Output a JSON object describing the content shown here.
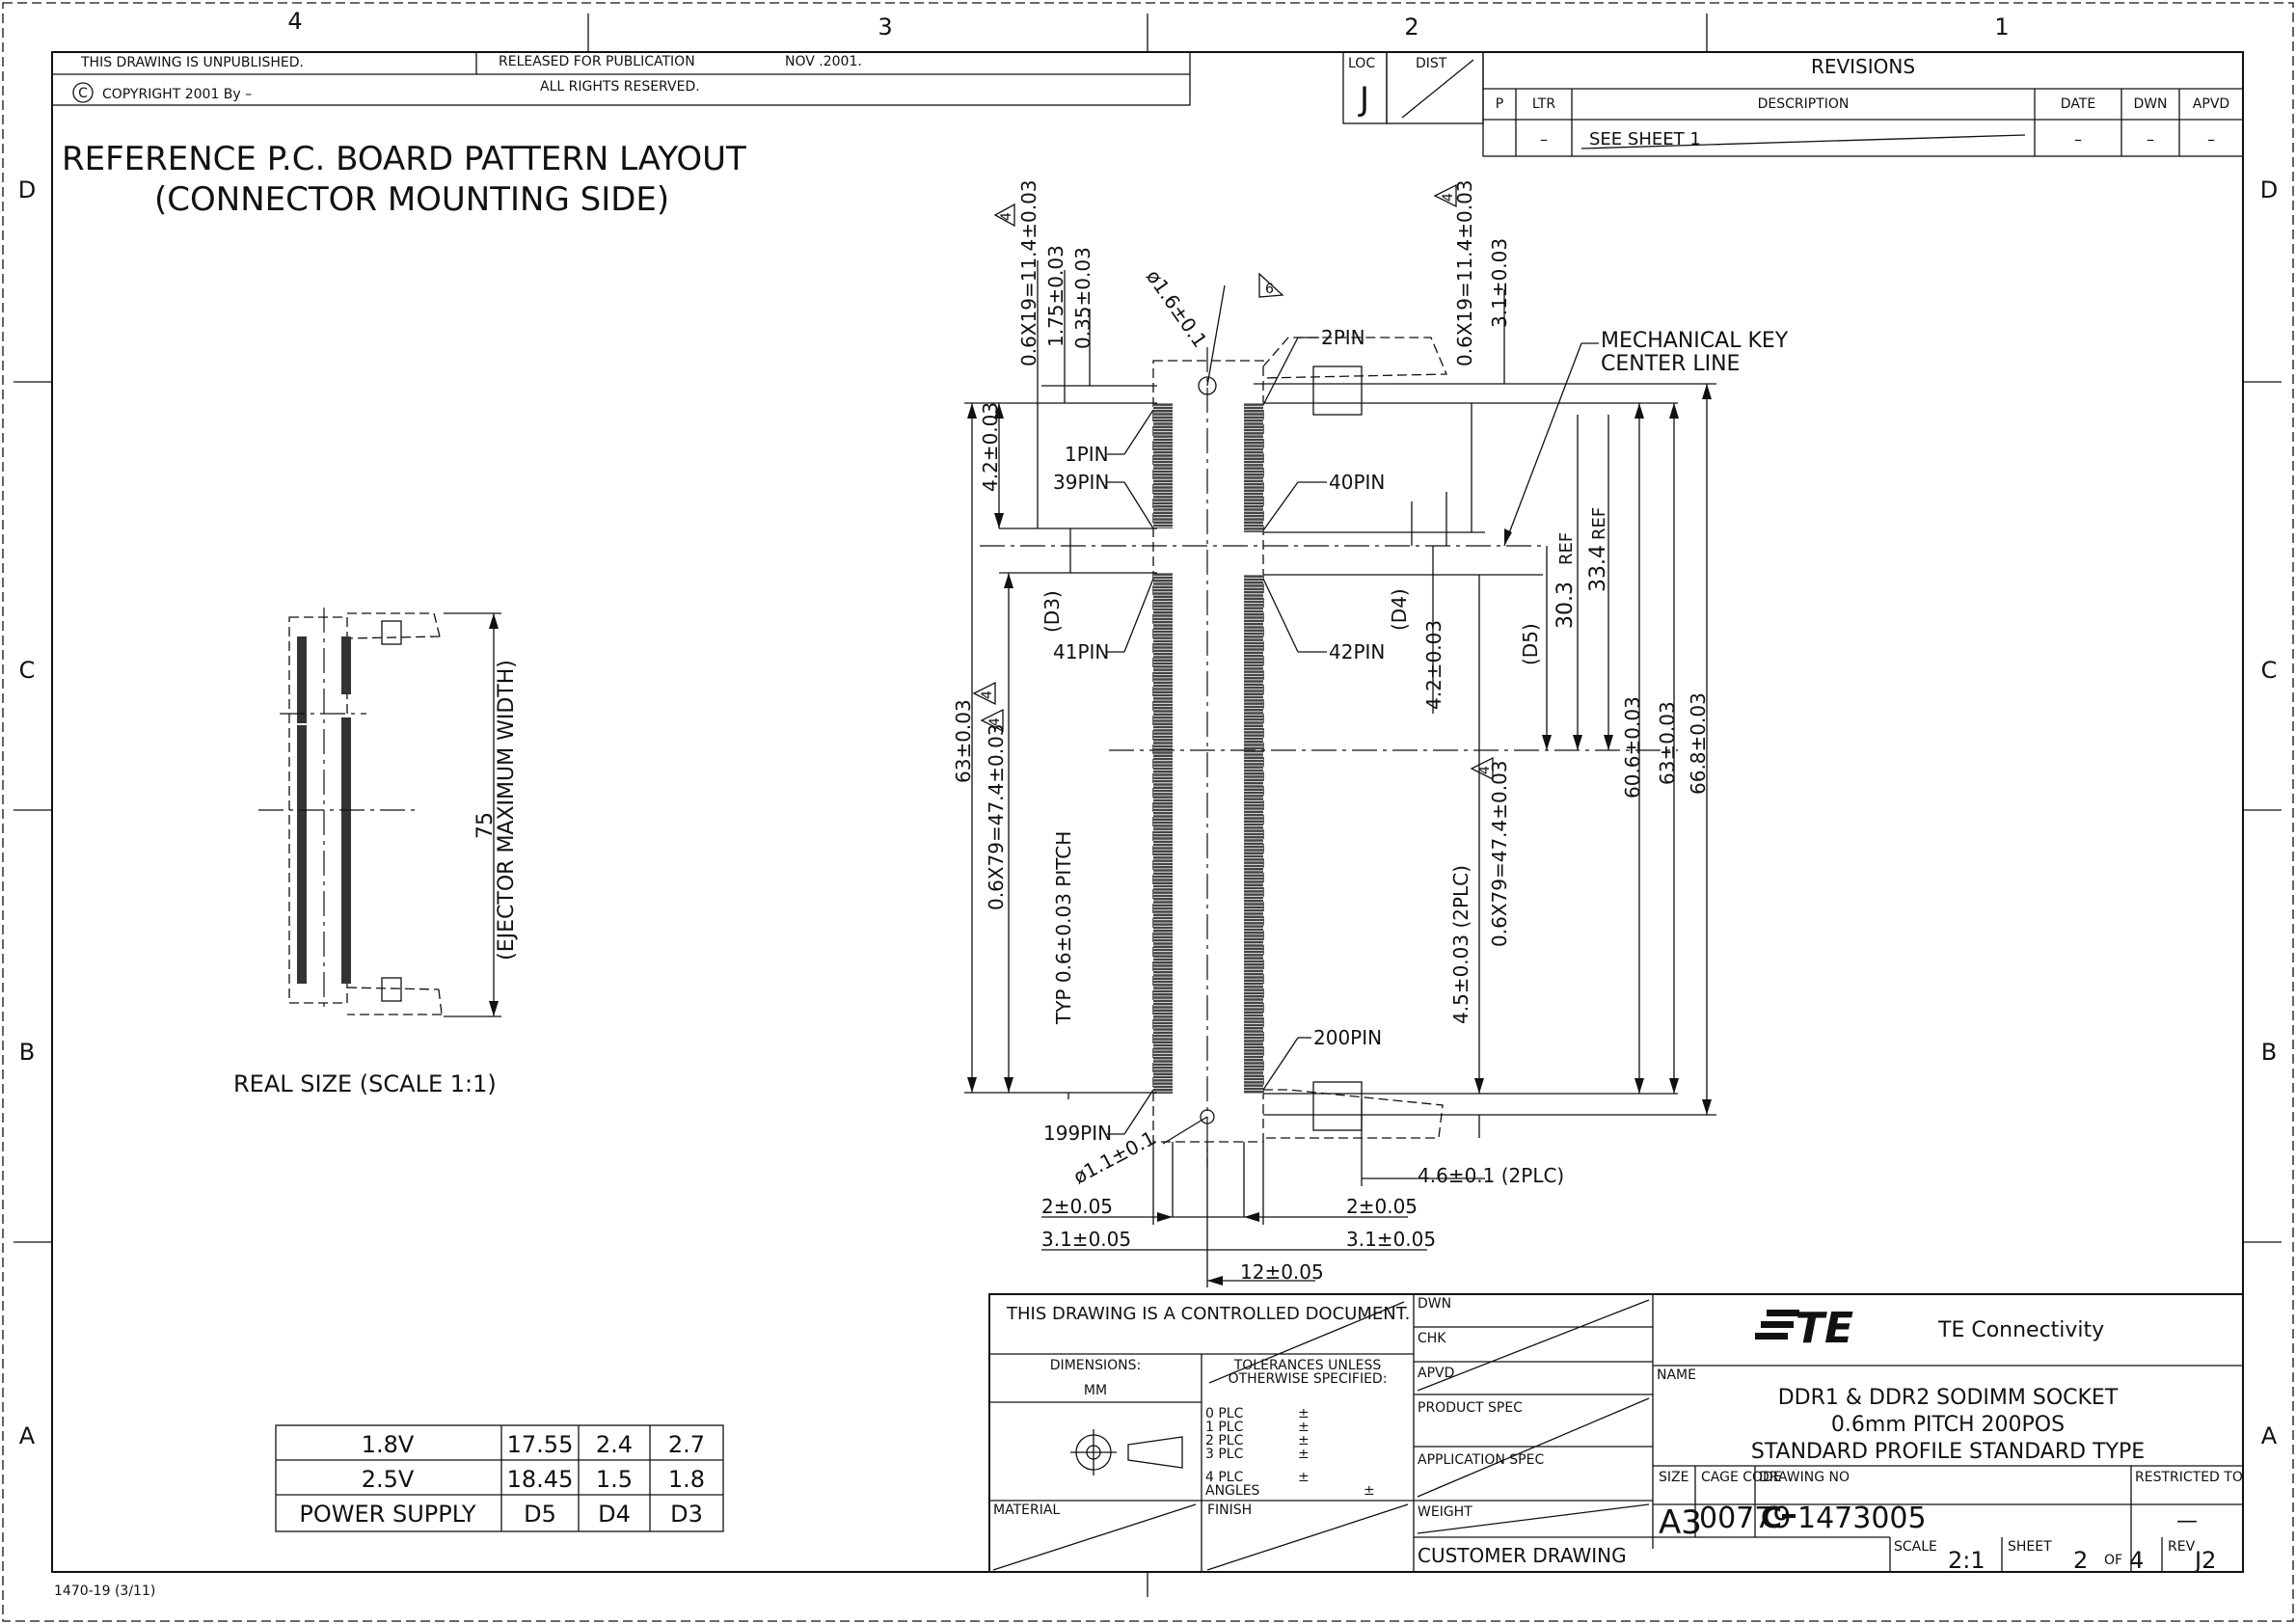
{
  "zones": {
    "top": [
      "4",
      "3",
      "2",
      "1"
    ],
    "side": [
      "D",
      "C",
      "B",
      "A"
    ]
  },
  "header": {
    "unpublished": "THIS DRAWING IS UNPUBLISHED.",
    "released": "RELEASED FOR PUBLICATION",
    "release_date": "NOV .2001.",
    "copyright": "COPYRIGHT 2001 By –",
    "rights": "ALL RIGHTS RESERVED.",
    "loc_label": "LOC",
    "loc_value": "J",
    "dist_label": "DIST"
  },
  "revisions": {
    "title": "REVISIONS",
    "cols": [
      "P",
      "LTR",
      "DESCRIPTION",
      "DATE",
      "DWN",
      "APVD"
    ],
    "row": {
      "ltr": "–",
      "description": "SEE SHEET 1",
      "date": "–",
      "dwn": "–",
      "apvd": "–"
    }
  },
  "title": {
    "line1": "REFERENCE P.C. BOARD PATTERN LAYOUT",
    "line2": "(CONNECTOR MOUNTING SIDE)"
  },
  "real_size": {
    "label": "REAL SIZE (SCALE 1:1)",
    "dim": "75",
    "dim_note": "(EJECTOR MAXIMUM WIDTH)"
  },
  "dims": {
    "pitch19_l": "0.6X19=11.4±0.03",
    "d175": "1.75±0.03",
    "d035": "0.35±0.03",
    "hole16": "ø1.6±0.1",
    "note6": "6",
    "note4": "4",
    "pitch19_r": "0.6X19=11.4±0.03",
    "d31v": "3.1±0.03",
    "mech_key1": "MECHANICAL KEY",
    "mech_key2": "CENTER LINE",
    "d42_l": "4.2±0.03",
    "d3": "(D3)",
    "d4": "(D4)",
    "d42_c": "4.2±0.03",
    "d5": "(D5)",
    "d303": "30.3",
    "d334": "33.4",
    "ref": "REF",
    "d606": "60.6±0.03",
    "d63r": "63±0.03",
    "d668": "66.8±0.03",
    "d63l": "63±0.03",
    "pitch79_l": "0.6X79=47.4±0.03",
    "typ_pitch": "TYP 0.6±0.03 PITCH",
    "pitch79_r": "0.6X79=47.4±0.03",
    "d45": "4.5±0.03 (2PLC)",
    "hole11": "ø1.1±0.1",
    "d46": "4.6±0.1 (2PLC)",
    "d2l": "2±0.05",
    "d2r": "2±0.05",
    "d31l": "3.1±0.05",
    "d31r": "3.1±0.05",
    "d12": "12±0.05"
  },
  "pins": {
    "p1": "1PIN",
    "p2": "2PIN",
    "p39": "39PIN",
    "p40": "40PIN",
    "p41": "41PIN",
    "p42": "42PIN",
    "p199": "199PIN",
    "p200": "200PIN"
  },
  "voltage_table": {
    "rows": [
      [
        "1.8V",
        "17.55",
        "2.4",
        "2.7"
      ],
      [
        "2.5V",
        "18.45",
        "1.5",
        "1.8"
      ],
      [
        "POWER SUPPLY",
        "D5",
        "D4",
        "D3"
      ]
    ]
  },
  "title_block": {
    "controlled": "THIS DRAWING IS A CONTROLLED DOCUMENT.",
    "dimensions": "DIMENSIONS:",
    "units": "MM",
    "tolerances": "TOLERANCES UNLESS",
    "tolerances2": "OTHERWISE SPECIFIED:",
    "tol_rows": [
      "0 PLC",
      "1 PLC",
      "2 PLC",
      "3 PLC",
      "4 PLC",
      "ANGLES"
    ],
    "pm": "±",
    "material": "MATERIAL",
    "finish": "FINISH",
    "dwn": "DWN",
    "chk": "CHK",
    "apvd": "APVD",
    "product_spec": "PRODUCT SPEC",
    "application_spec": "APPLICATION SPEC",
    "weight": "WEIGHT",
    "customer_drawing": "CUSTOMER DRAWING",
    "company": "TE Connectivity",
    "logo": "TE",
    "name_label": "NAME",
    "name1": "DDR1 & DDR2 SODIMM SOCKET",
    "name2": "0.6mm PITCH 200POS",
    "name3": "STANDARD PROFILE STANDARD TYPE",
    "size_label": "SIZE",
    "size": "A3",
    "cage_label": "CAGE CODE",
    "cage": "00779",
    "drawing_label": "DRAWING NO",
    "drawing_prefix": "C",
    "drawing_no": "1473005",
    "restricted": "RESTRICTED TO",
    "restricted_val": "—",
    "scale_label": "SCALE",
    "scale": "2:1",
    "sheet_label": "SHEET",
    "sheet_no": "2",
    "sheet_of": "OF",
    "sheet_total": "4",
    "rev_label": "REV",
    "rev": "J2"
  },
  "footer": {
    "form": "1470-19 (3/11)"
  }
}
